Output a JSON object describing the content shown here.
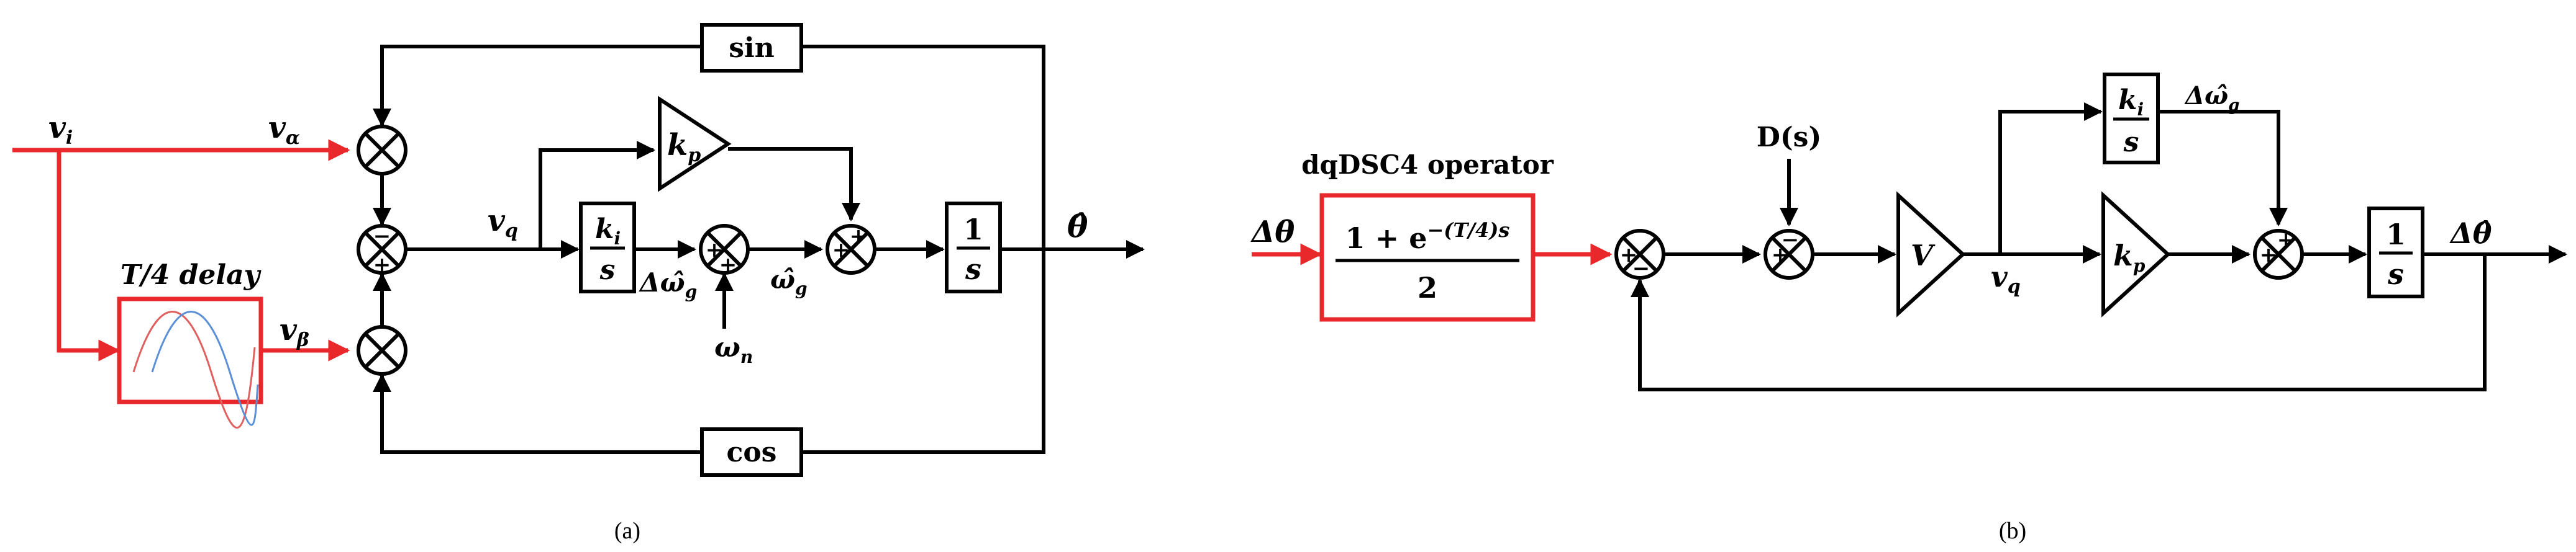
{
  "colors": {
    "signal_red": "#e8282b",
    "wire": "#000000",
    "wave_red": "#e06060",
    "wave_blue": "#5b8fd6"
  },
  "panel_a": {
    "caption": "(a)",
    "input_label": "v",
    "input_sub": "i",
    "alpha_label": "v",
    "alpha_sub": "α",
    "beta_label": "v",
    "beta_sub": "β",
    "delay_label": "T/4 delay",
    "sin_label": "sin",
    "cos_label": "cos",
    "vq_label": "v",
    "vq_sub": "q",
    "kp_label": "k",
    "kp_sub": "p",
    "ki_label": "k",
    "ki_sub": "i",
    "s_label": "s",
    "one_label": "1",
    "dw_label": "Δω̂",
    "dw_sub": "g",
    "w_label": "ω̂",
    "w_sub": "g",
    "wn_label": "ω",
    "wn_sub": "n",
    "theta_label": "θ̂",
    "plus": "+",
    "minus": "−"
  },
  "panel_b": {
    "caption": "(b)",
    "input_label": "Δθ",
    "operator_label": "dqDSC4 operator",
    "numerator": "1 + e",
    "exponent": "−(T/4)s",
    "denominator": "2",
    "ds_label": "D(s)",
    "v_label": "V",
    "vq_label": "v",
    "vq_sub": "q",
    "kp_label": "k",
    "kp_sub": "p",
    "ki_label": "k",
    "ki_sub": "i",
    "s_label": "s",
    "one_label": "1",
    "dw_label": "Δω̂",
    "dw_sub": "g",
    "theta_label": "Δθ̂",
    "plus": "+",
    "minus": "−"
  }
}
